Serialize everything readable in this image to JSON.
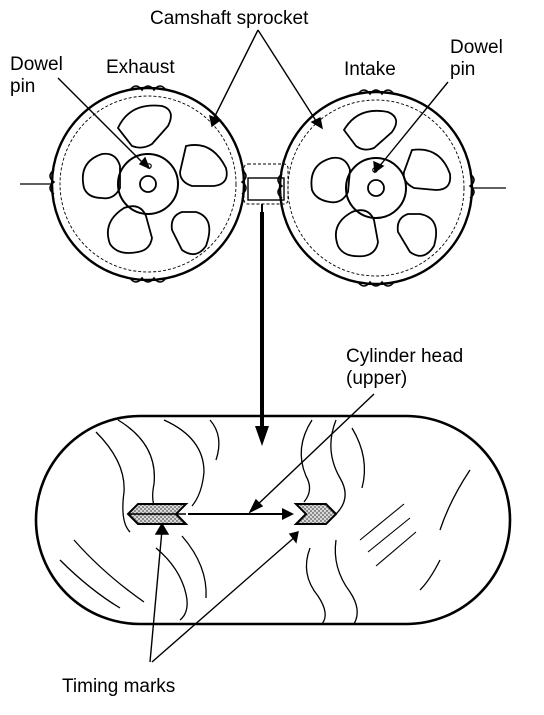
{
  "labels": {
    "camshaft_sprocket": "Camshaft sprocket",
    "dowel_pin_left_line1": "Dowel",
    "dowel_pin_left_line2": "pin",
    "exhaust": "Exhaust",
    "intake": "Intake",
    "dowel_pin_right_line1": "Dowel",
    "dowel_pin_right_line2": "pin",
    "cylinder_head_line1": "Cylinder head",
    "cylinder_head_line2": "(upper)",
    "timing_marks": "Timing marks"
  },
  "colors": {
    "ink": "#000000",
    "paper": "#ffffff",
    "mark_fill": "#b8b8b8"
  }
}
